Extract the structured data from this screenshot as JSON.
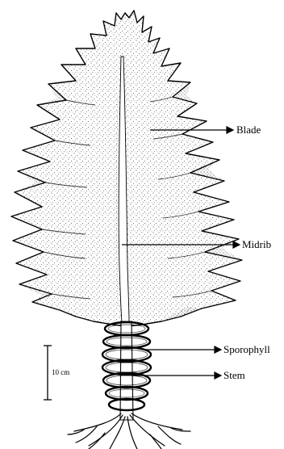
{
  "labels": {
    "blade": "Blade",
    "midrib": "Midrib",
    "sporophyll": "Sporophyll",
    "stem": "Stem"
  },
  "scale_bar": {
    "text": "10 cm"
  }
}
